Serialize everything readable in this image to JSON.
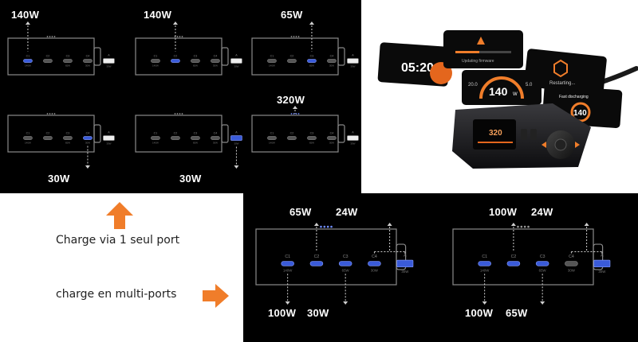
{
  "single_port": {
    "units": [
      {
        "label": "140W",
        "active": 0
      },
      {
        "label": "140W",
        "active": 1
      },
      {
        "label": "65W",
        "active": 2
      },
      {
        "label": "30W",
        "active": 3
      },
      {
        "label": "30W",
        "active": 4
      },
      {
        "label": "320W",
        "active": -1
      }
    ]
  },
  "multi_port": {
    "left": {
      "c1": "100W",
      "c2": "65W",
      "c3": "30W",
      "bracket": "24W"
    },
    "right": {
      "c1": "100W",
      "c2": "100W",
      "c3": "65W",
      "bracket": "24W"
    }
  },
  "port_labels": [
    "C1",
    "C2",
    "C3",
    "C4",
    "A"
  ],
  "port_sublabels": [
    "140W",
    "",
    "65W",
    "30W",
    "30W"
  ],
  "captions": {
    "single": "Charge via 1 seul port",
    "multi": "charge en multi-ports"
  },
  "product": {
    "screen_time": "05:20",
    "screen_updating": "Updating firmware",
    "screen_restarting": "Restarting...",
    "screen_fast": "Fast discharging",
    "gauge_value": "140",
    "gauge_left": "20.0",
    "gauge_right": "5.0",
    "gauge_unit": "W",
    "badge_value": "140",
    "device_display": "320"
  },
  "colors": {
    "accent_orange": "#f07d2a",
    "port_blue": "#3a5bd9",
    "panel_bg": "#000000"
  }
}
